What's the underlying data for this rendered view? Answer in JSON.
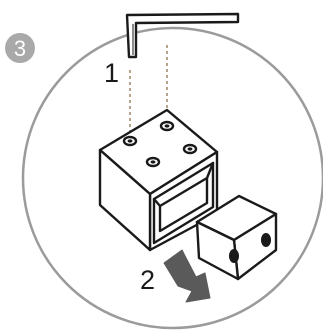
{
  "step": {
    "number": "3",
    "badge_color": "#a9a9a9"
  },
  "callouts": {
    "tool": "1",
    "removal": "2"
  },
  "colors": {
    "circle_outline": "#9b9b9b",
    "line_art": "#1a1a1a",
    "guide_lines": "#b8a48c",
    "arrow": "#5a5a5a"
  },
  "icons": {
    "tool": "hex-key-icon",
    "assembly": "bracket-box-icon",
    "removed_part": "end-cap-icon",
    "direction": "arrow-icon"
  }
}
